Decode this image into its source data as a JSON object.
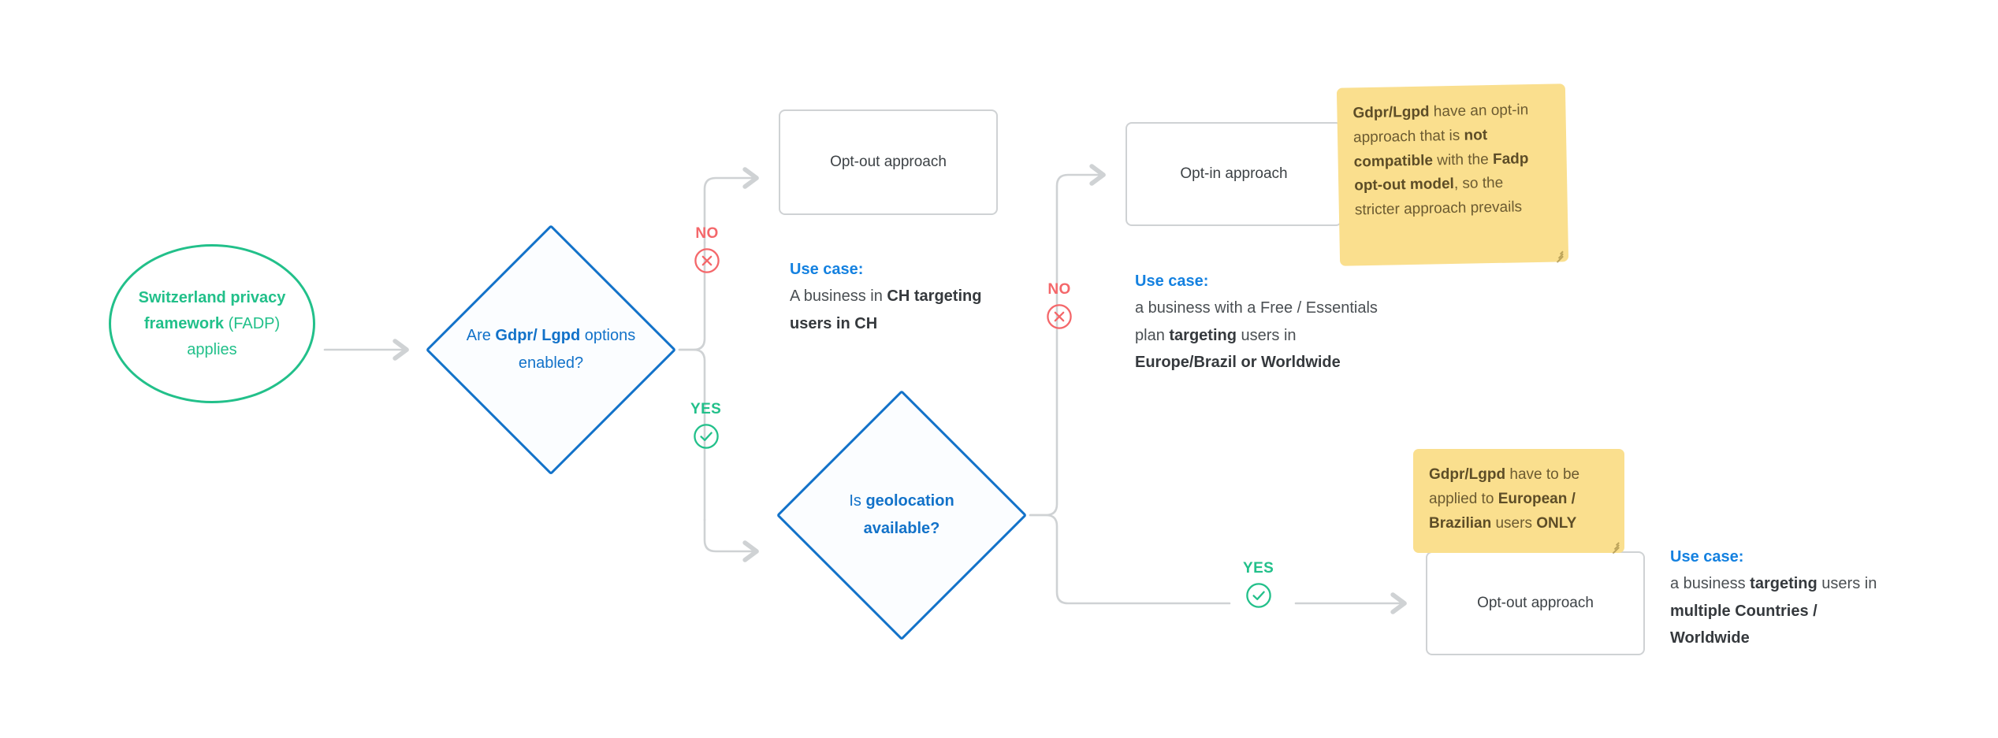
{
  "diagram": {
    "title": "Switzerland FADP privacy decision flow",
    "colors": {
      "green": "#22c08a",
      "blue": "#1272c9",
      "link_blue": "#1481e0",
      "red": "#f4676a",
      "connector_gray": "#cfd2d4",
      "sticky_yellow": "#fadf8e",
      "sticky_text": "#6c5b31",
      "body_text": "#4a4f53"
    }
  },
  "start_node": {
    "name": "switzerland-privacy-framework",
    "bold_text": "Switzerland privacy framework",
    "regular_text": "(FADP) applies"
  },
  "decisions": [
    {
      "id": "gdpr-lgpd-options",
      "prefix": "Are ",
      "bold": "Gdpr/ Lgpd",
      "suffix": " options enabled?"
    },
    {
      "id": "geolocation-available",
      "prefix": "Is ",
      "bold": "geolocation available?",
      "suffix": ""
    }
  ],
  "badges": [
    {
      "id": "no-1",
      "label": "NO",
      "icon": "circle-x-icon",
      "color": "#f4676a"
    },
    {
      "id": "yes-1",
      "label": "YES",
      "icon": "circle-check-icon",
      "color": "#22c08a"
    },
    {
      "id": "no-2",
      "label": "NO",
      "icon": "circle-x-icon",
      "color": "#f4676a"
    },
    {
      "id": "yes-2",
      "label": "YES",
      "icon": "circle-check-icon",
      "color": "#22c08a"
    }
  ],
  "outcome_nodes": [
    {
      "id": "optout-1",
      "label": "Opt-out approach"
    },
    {
      "id": "optin",
      "label": "Opt-in approach"
    },
    {
      "id": "optout-2",
      "label": "Opt-out approach"
    }
  ],
  "use_cases": [
    {
      "id": "use-case-ch",
      "title": "Use case:",
      "body_html": "A business in <b>CH</b> <b>targeting users in CH</b>"
    },
    {
      "id": "use-case-europe-brazil",
      "title": "Use case:",
      "body_html": "a business with a Free / Essentials plan <b>targeting</b> users in <b>Europe/Brazil or Worldwide</b>"
    },
    {
      "id": "use-case-multiple-countries",
      "title": "Use case:",
      "body_html": "a business <b>targeting</b> users in <b>multiple Countries / Worldwide</b>"
    }
  ],
  "sticky_notes": [
    {
      "id": "note-opt-in-incompatible",
      "text_html": "<b>Gdpr/Lgpd</b> have an opt-in approach that is <b>not compatible</b> with the <b>Fadp opt-out model</b>, so the stricter approach prevails"
    },
    {
      "id": "note-eu-brazil-only",
      "text_html": "<b>Gdpr/Lgpd</b> have to be applied to <b>European / Brazilian</b> users <b>ONLY</b>"
    }
  ]
}
